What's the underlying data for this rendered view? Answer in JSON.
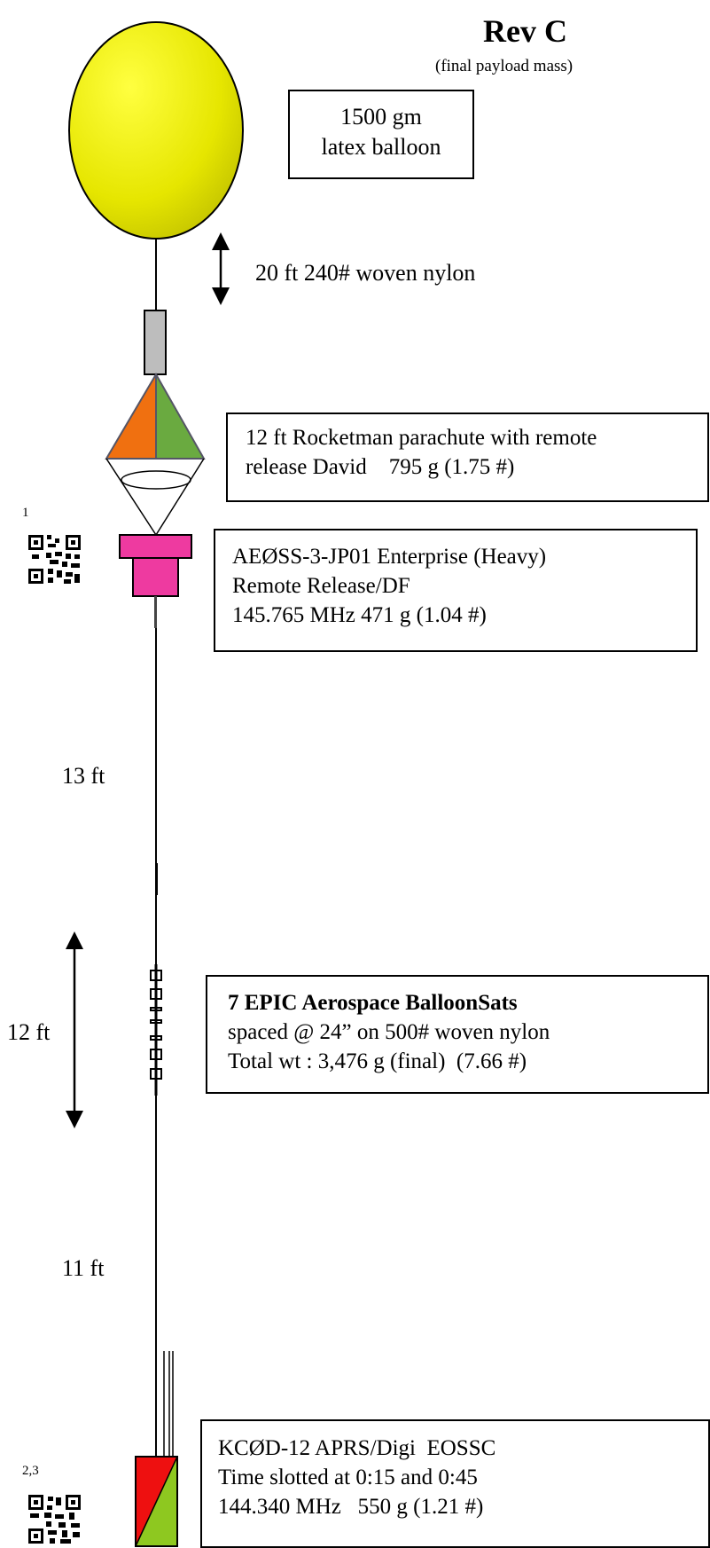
{
  "header": {
    "title": "Rev C",
    "subtitle": "(final payload mass)"
  },
  "balloon": {
    "line1": "1500 gm",
    "line2": "latex balloon",
    "color": "#eeee00"
  },
  "tether_top": {
    "label": "20 ft 240# woven nylon"
  },
  "parachute": {
    "line1": "12 ft Rocketman parachute with remote",
    "line2": "release David    795 g (1.75 #)",
    "colors": [
      "#f07010",
      "#6aaa40"
    ]
  },
  "enterprise": {
    "ref": "1",
    "line1": "AEØSS-3-JP01 Enterprise (Heavy)",
    "line2": "Remote Release/DF",
    "line3": "145.765 MHz 471 g (1.04 #)",
    "color": "#ee3aa0",
    "icon": "qr-code-icon"
  },
  "spacing": {
    "upper": "13 ft",
    "middle": "12 ft",
    "lower": "11 ft"
  },
  "balloonsats": {
    "line1": "7 EPIC Aerospace BalloonSats",
    "line2": "spaced @ 24” on 500# woven nylon",
    "line3": "Total wt : 3,476 g (final)  (7.66 #)"
  },
  "aprs": {
    "ref": "2,3",
    "line1": "KCØD-12 APRS/Digi  EOSSC",
    "line2": "Time slotted at 0:15 and 0:45",
    "line3": "144.340 MHz   550 g (1.21 #)",
    "colors": [
      "#ee1010",
      "#8ec820"
    ],
    "icon": "qr-code-icon"
  }
}
